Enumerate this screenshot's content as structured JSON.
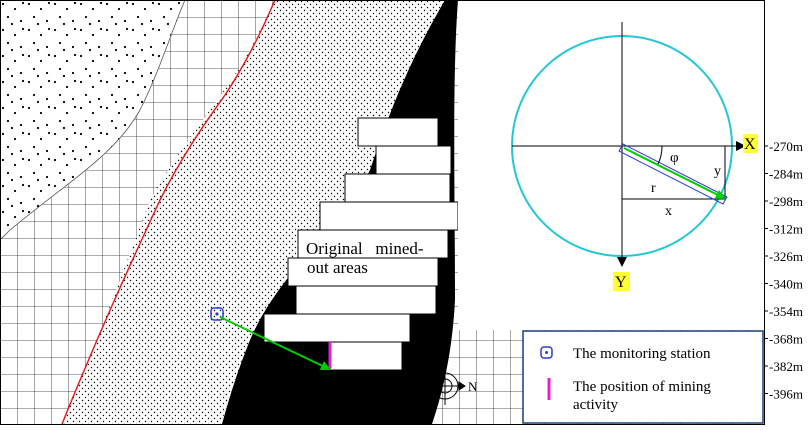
{
  "labels": {
    "mined_out_line1": "Original   mined-",
    "mined_out_line2": "out areas",
    "axis_x": "X",
    "axis_y": "Y",
    "phi": "φ",
    "r": "r",
    "x": "x",
    "y": "y",
    "north": "N"
  },
  "depth_scale": [
    "-270m",
    "-284m",
    "-298m",
    "-312m",
    "-326m",
    "-340m",
    "-354m",
    "-368m",
    "-382m",
    "-396m"
  ],
  "legend": {
    "monitoring_station": "The monitoring station",
    "mining_activity_line1": "The position of mining",
    "mining_activity_line2": "activity"
  },
  "colors": {
    "circle": "#22c7d6",
    "arrow": "#00cc00",
    "station": "#2a3bd6",
    "activity": "#e020d0",
    "fault": "#ee1111",
    "axis_label_bg": "#ffff33",
    "legend_border": "#1a3f7a",
    "line": "#000000"
  },
  "icons": {
    "monitoring_station": "station-marker-icon",
    "mining_activity": "activity-bar-icon",
    "north": "compass-north-icon"
  }
}
